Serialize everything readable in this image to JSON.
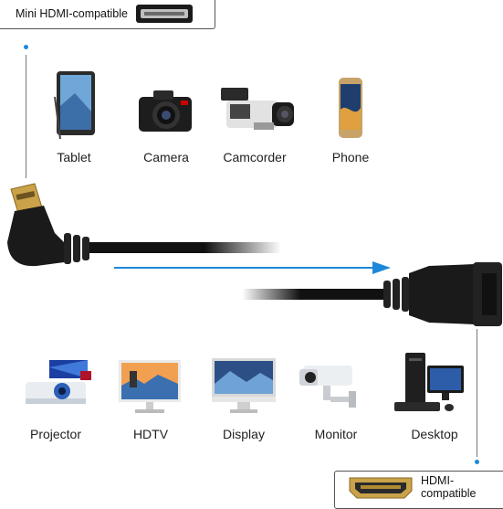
{
  "top_tag": {
    "label": "Mini HDMI-compatible"
  },
  "bottom_tag": {
    "label": "HDMI-compatible"
  },
  "source_devices": [
    {
      "label": "Tablet",
      "icon": "tablet-icon"
    },
    {
      "label": "Camera",
      "icon": "camera-icon"
    },
    {
      "label": "Camcorder",
      "icon": "camcorder-icon"
    },
    {
      "label": "Phone",
      "icon": "phone-icon"
    }
  ],
  "display_devices": [
    {
      "label": "Projector",
      "icon": "projector-icon"
    },
    {
      "label": "HDTV",
      "icon": "hdtv-icon"
    },
    {
      "label": "Display",
      "icon": "display-icon"
    },
    {
      "label": "Monitor",
      "icon": "monitor-icon"
    },
    {
      "label": "Desktop",
      "icon": "desktop-icon"
    }
  ],
  "colors": {
    "accent": "#1e88d8",
    "cable": "#111111",
    "connector_gold": "#c9a24a"
  }
}
